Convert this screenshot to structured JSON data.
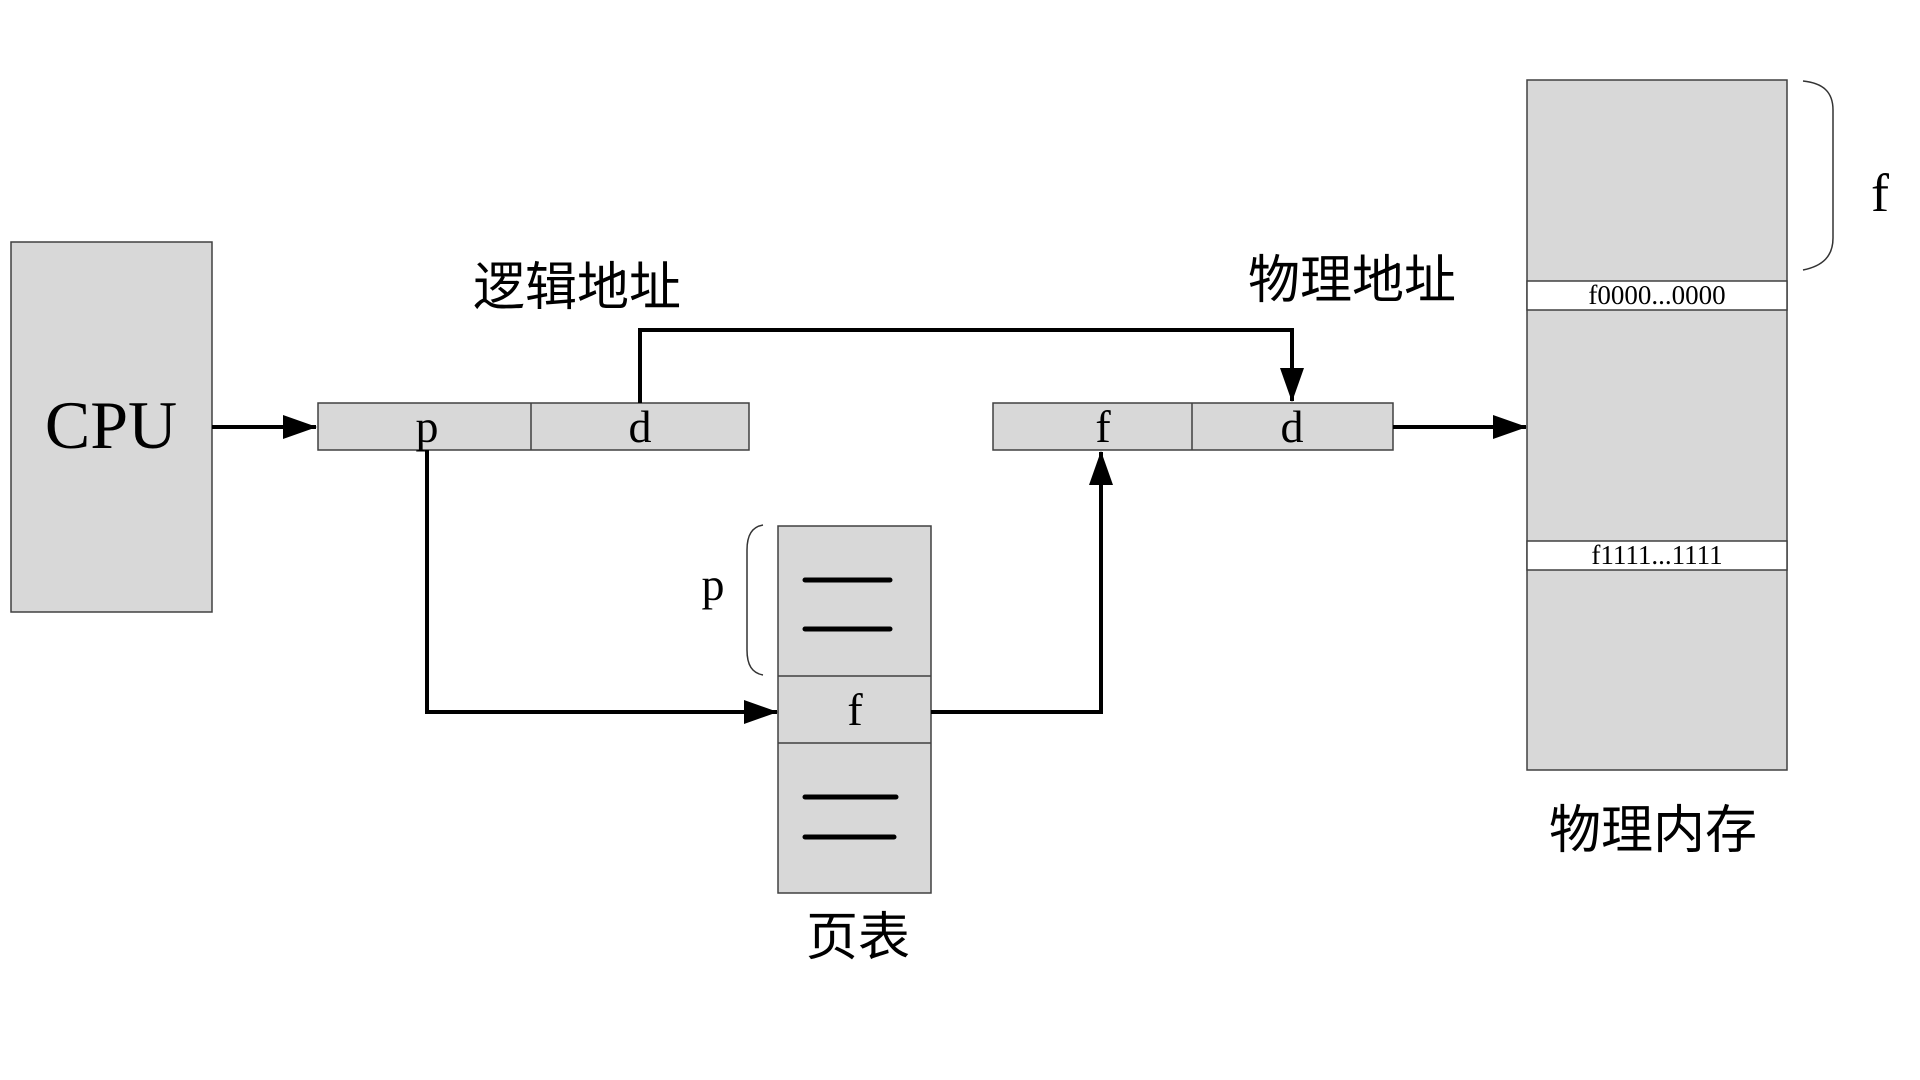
{
  "title": "Paging hardware: logical to physical address translation",
  "cpu": {
    "label": "CPU"
  },
  "logical_address": {
    "label": "逻辑地址",
    "fields": [
      "p",
      "d"
    ]
  },
  "physical_address": {
    "label": "物理地址",
    "fields": [
      "f",
      "d"
    ]
  },
  "page_table": {
    "label": "页表",
    "brace_label": "p",
    "entry_label": "f"
  },
  "physical_memory": {
    "label": "物理内存",
    "brace_label": "f",
    "frame_start": "f0000...0000",
    "frame_end": "f1111...1111"
  },
  "colors": {
    "box_fill": "#d8d8d8",
    "line": "#000000"
  }
}
